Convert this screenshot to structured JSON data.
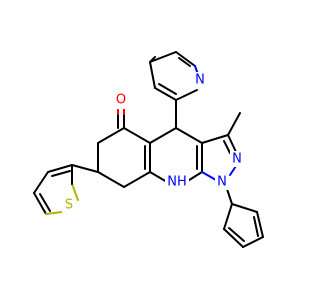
{
  "atoms": {
    "pyridine_n": {
      "text": "N",
      "color": "#0000ff"
    },
    "carbonyl_o": {
      "text": "O",
      "color": "#ff0000"
    },
    "pyrazole_n2": {
      "text": "N",
      "color": "#0000ff"
    },
    "pyrazole_n1": {
      "text": "N",
      "color": "#0000ff"
    },
    "amine_nh": {
      "text": "NH",
      "color": "#0000ff"
    },
    "thiophene_s": {
      "text": "S",
      "color": "#b3b300"
    }
  }
}
